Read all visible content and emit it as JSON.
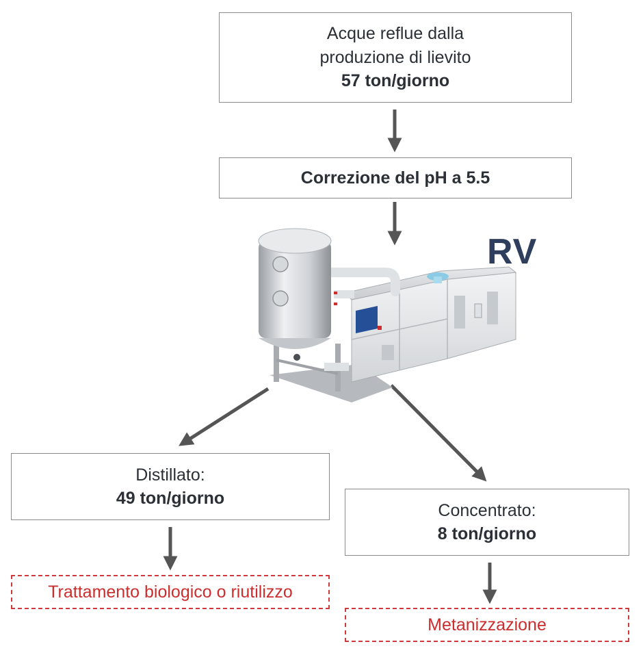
{
  "input_box": {
    "line1": "Acque reflue dalla",
    "line2": "produzione di lievito",
    "amount": "57 ton/giorno"
  },
  "ph_box": {
    "label": "Correzione del pH a 5.5"
  },
  "unit_label": "RV",
  "distillate_box": {
    "label": "Distillato:",
    "amount": "49 ton/giorno"
  },
  "concentrate_box": {
    "label": "Concentrato:",
    "amount": "8 ton/giorno"
  },
  "distillate_destination": "Trattamento biologico o riutilizzo",
  "concentrate_destination": "Metanizzazione",
  "colors": {
    "arrow": "#555555",
    "box_border": "#8a8a8a",
    "destination_red": "#cc2e2e",
    "rv_label": "#2e3e5c"
  }
}
